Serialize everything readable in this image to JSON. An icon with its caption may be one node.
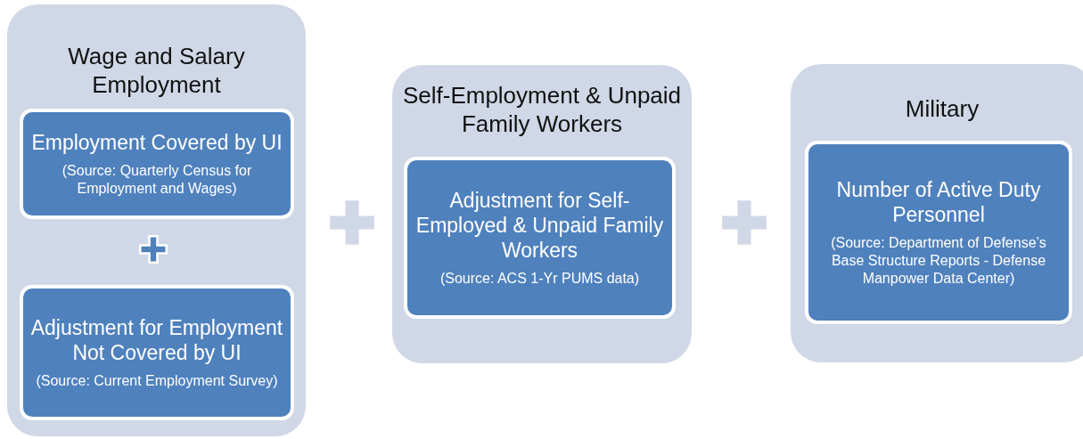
{
  "diagram": {
    "nodes": [
      {
        "text": [
          "Wage and Salary Employment"
        ]
      },
      {
        "text": [
          "Employment Covered by UI",
          "(Source: Quarterly Census for Employment and Wages)"
        ],
        "in": 0
      },
      {
        "text": [
          "Adjustment for Employment Not Covered by UI",
          "(Source: Current Employment Survey)"
        ],
        "in": 0
      },
      {
        "text": [
          "Self-Employment & Unpaid Family Workers"
        ]
      },
      {
        "text": [
          "Adjustment for Self-Employed & Unpaid Family Workers",
          "(Source: ACS 1-Yr PUMS data)"
        ],
        "in": 3
      },
      {
        "text": [
          "Military"
        ]
      },
      {
        "text": [
          "Number of Active Duty Personnel",
          "(Source: Department of Defense’s Base Structure Reports - Defense Manpower Data Center)"
        ],
        "in": 5
      }
    ],
    "edges": []
  }
}
